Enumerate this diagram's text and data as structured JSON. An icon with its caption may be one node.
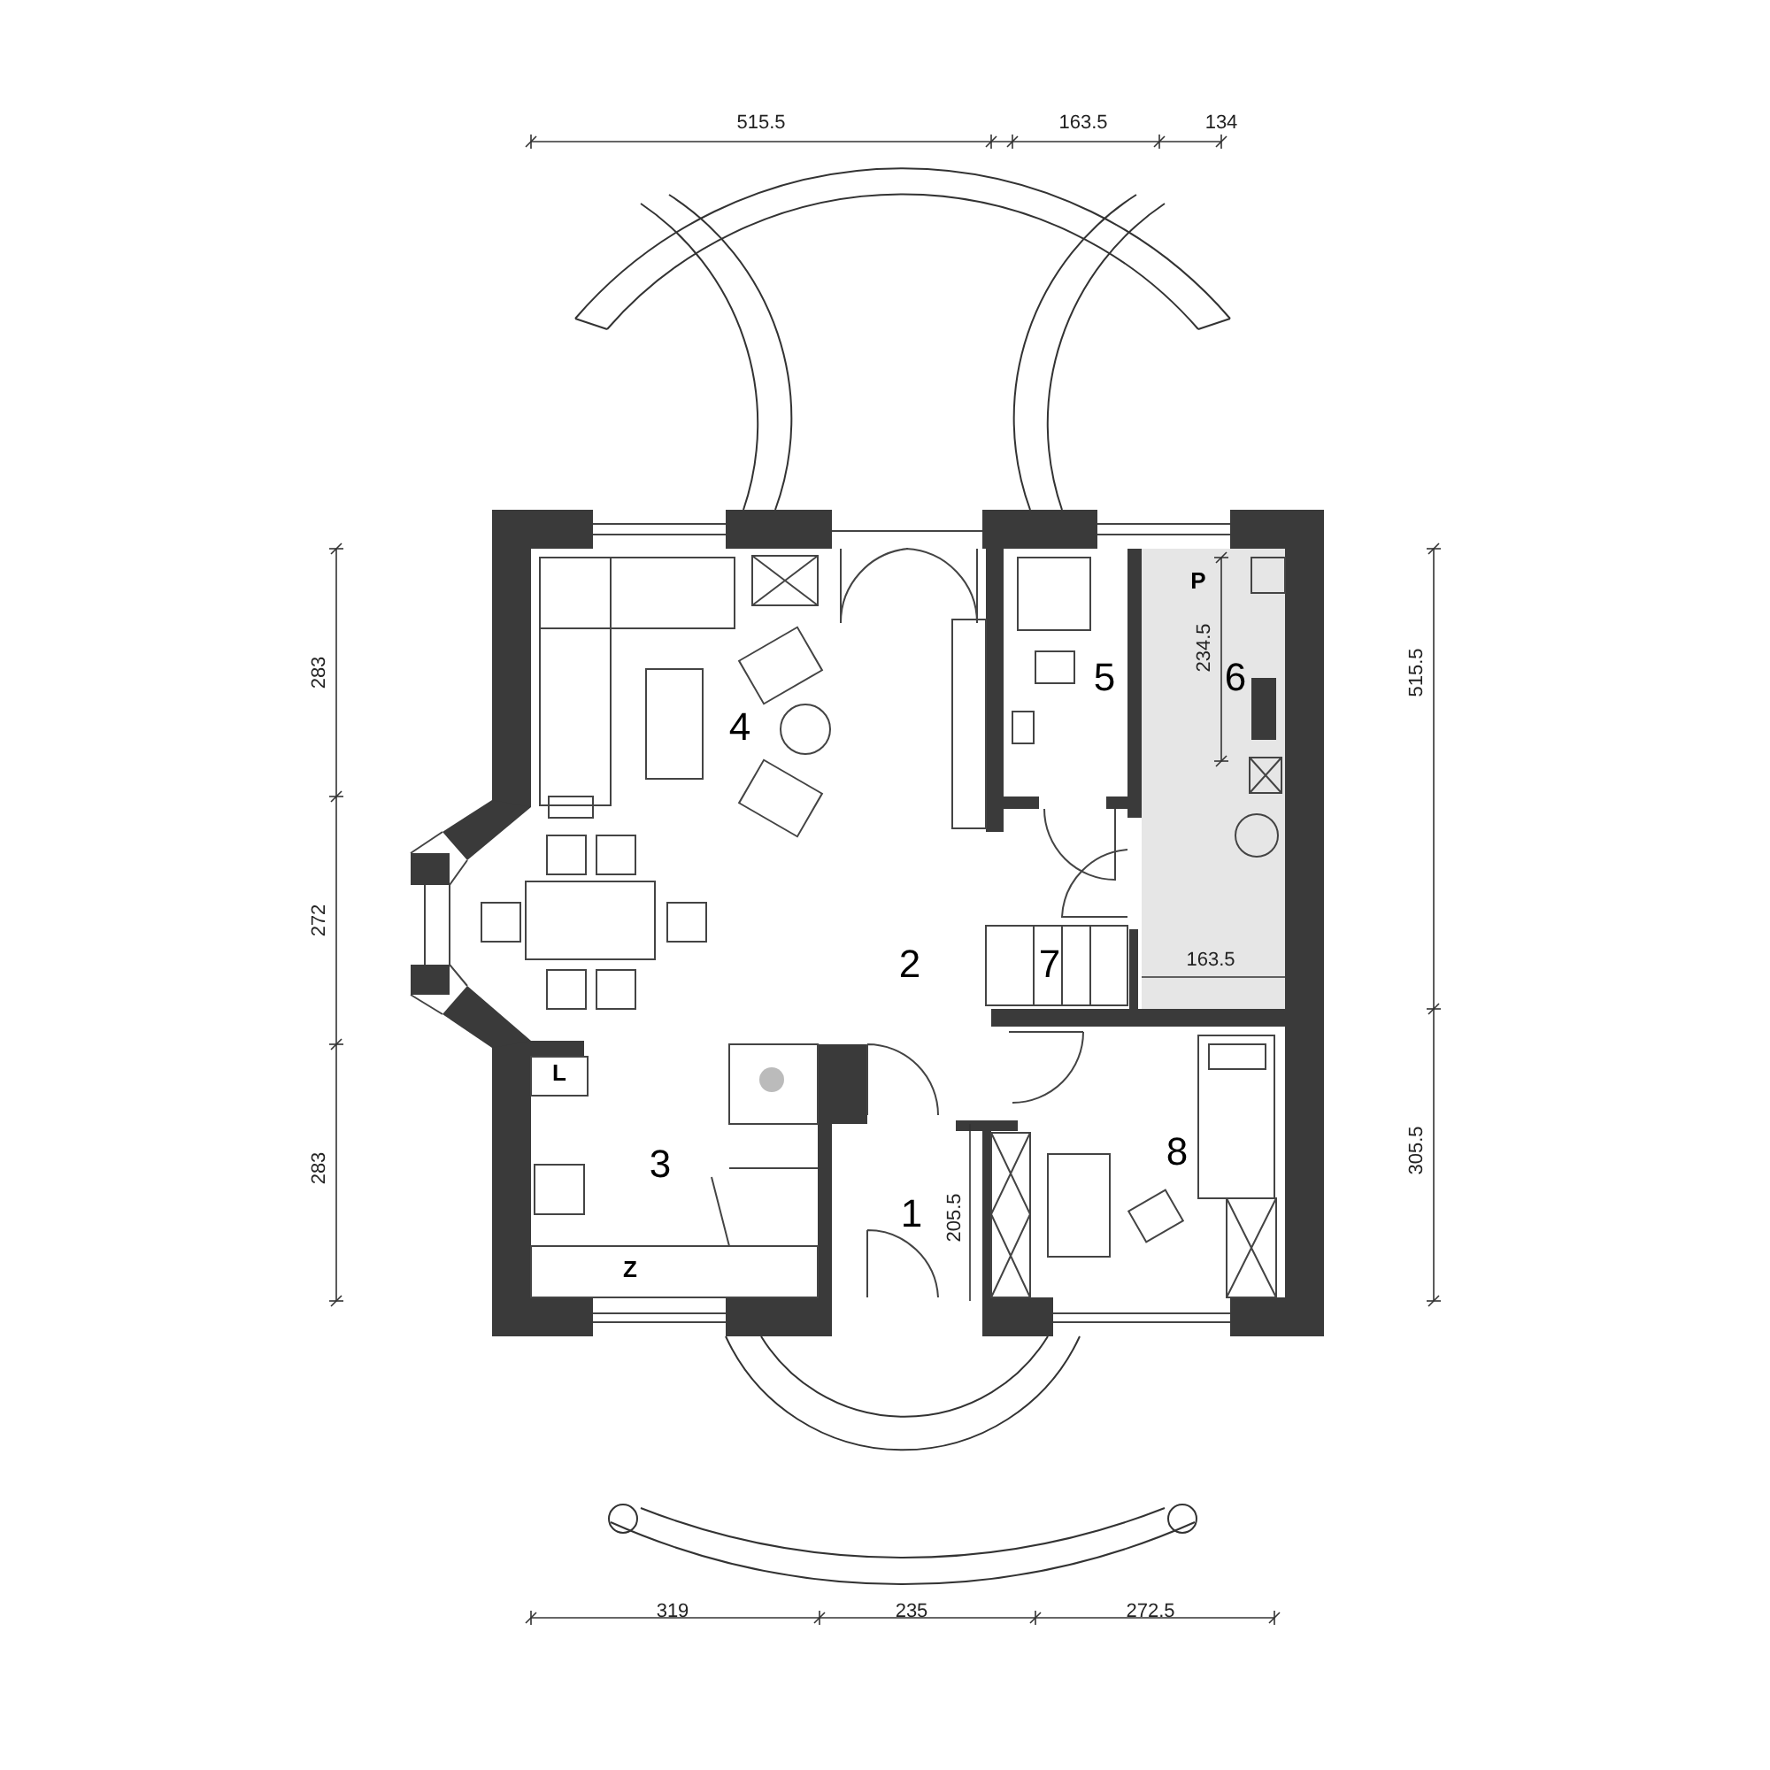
{
  "diagram": {
    "labels": [
      "515.5",
      "163.5",
      "134",
      "283",
      "P",
      "234.5",
      "5",
      "6",
      "4",
      "515.5",
      "272",
      "2",
      "7",
      "163.5",
      "L",
      "283",
      "305.5",
      "3",
      "8",
      "1",
      "205.5",
      "Z",
      "319",
      "235",
      "272.5"
    ]
  }
}
